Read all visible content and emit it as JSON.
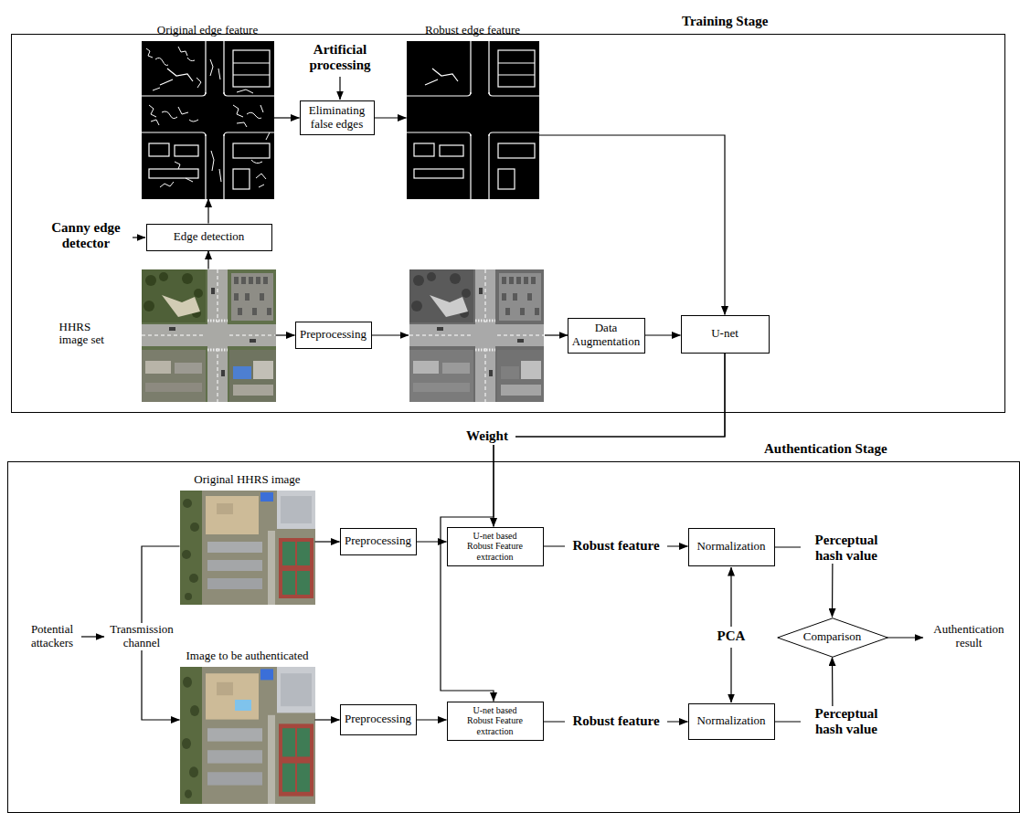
{
  "diagram": {
    "nodes": [
      {
        "text": [
          "Training Stage"
        ]
      },
      {
        "text": [
          "Original edge feature"
        ],
        "in": 0
      },
      {
        "text": [
          "Eliminating false edges"
        ],
        "in": 0
      },
      {
        "text": [
          "Robust edge feature"
        ],
        "in": 0
      },
      {
        "text": [
          "Edge detection"
        ],
        "in": 0
      },
      {
        "text": [
          "HHRS image set"
        ],
        "in": 0
      },
      {
        "text": [
          "Preprocessing"
        ],
        "in": 0
      },
      {
        "text": [
          "Data Augmentation"
        ],
        "in": 0
      },
      {
        "text": [
          "U-net"
        ],
        "in": 0
      },
      {
        "text": [
          "Authentication Stage"
        ]
      },
      {
        "text": [
          "Original HHRS image"
        ],
        "in": 9
      },
      {
        "text": [
          "Preprocessing"
        ],
        "in": 9
      },
      {
        "text": [
          "U-net based Robust Feature extraction"
        ],
        "in": 9
      },
      {
        "text": [
          "Normalization"
        ],
        "in": 9
      },
      {
        "text": [
          "Comparison"
        ],
        "in": 9
      },
      {
        "text": [
          "Image to be authenticated"
        ],
        "in": 9
      },
      {
        "text": [
          "Preprocessing"
        ],
        "in": 9
      },
      {
        "text": [
          "U-net based Robust Feature extraction"
        ],
        "in": 9
      },
      {
        "text": [
          "Normalization"
        ],
        "in": 9
      }
    ],
    "edges": [
      {
        "from": 5,
        "to": 4,
        "arrow": "to"
      },
      {
        "from": 4,
        "to": 1,
        "arrow": "to"
      },
      {
        "from": 1,
        "to": 2,
        "arrow": "to"
      },
      {
        "from": 2,
        "to": 3,
        "arrow": "to"
      },
      {
        "from": 3,
        "to": 8,
        "arrow": "to"
      },
      {
        "from": 5,
        "to": 6,
        "arrow": "to"
      },
      {
        "from": 7,
        "to": 8,
        "arrow": "to"
      },
      {
        "from": 8,
        "to": 12,
        "label": "Weight",
        "arrow": "to"
      },
      {
        "from": 8,
        "to": 17,
        "arrow": "to"
      },
      {
        "from": 10,
        "to": 11,
        "arrow": "to"
      },
      {
        "from": 11,
        "to": 12,
        "arrow": "to"
      },
      {
        "from": 12,
        "to": 13,
        "label": "Robust feature",
        "arrow": "to"
      },
      {
        "from": 13,
        "to": 14,
        "label": "Perceptual hash value",
        "arrow": "to"
      },
      {
        "from": 10,
        "to": 15,
        "label": "Transmission channel",
        "arrow": "to"
      },
      {
        "from": 15,
        "to": 16,
        "arrow": "to"
      },
      {
        "from": 16,
        "to": 17,
        "arrow": "to"
      },
      {
        "from": 17,
        "to": 18,
        "label": "Robust feature",
        "arrow": "to"
      },
      {
        "from": 18,
        "to": 14,
        "label": "Perceptual hash value",
        "arrow": "to"
      }
    ],
    "labels": [
      "Artificial processing",
      "Canny edge detector",
      "Potential attackers",
      "PCA",
      "Authentication result"
    ]
  }
}
